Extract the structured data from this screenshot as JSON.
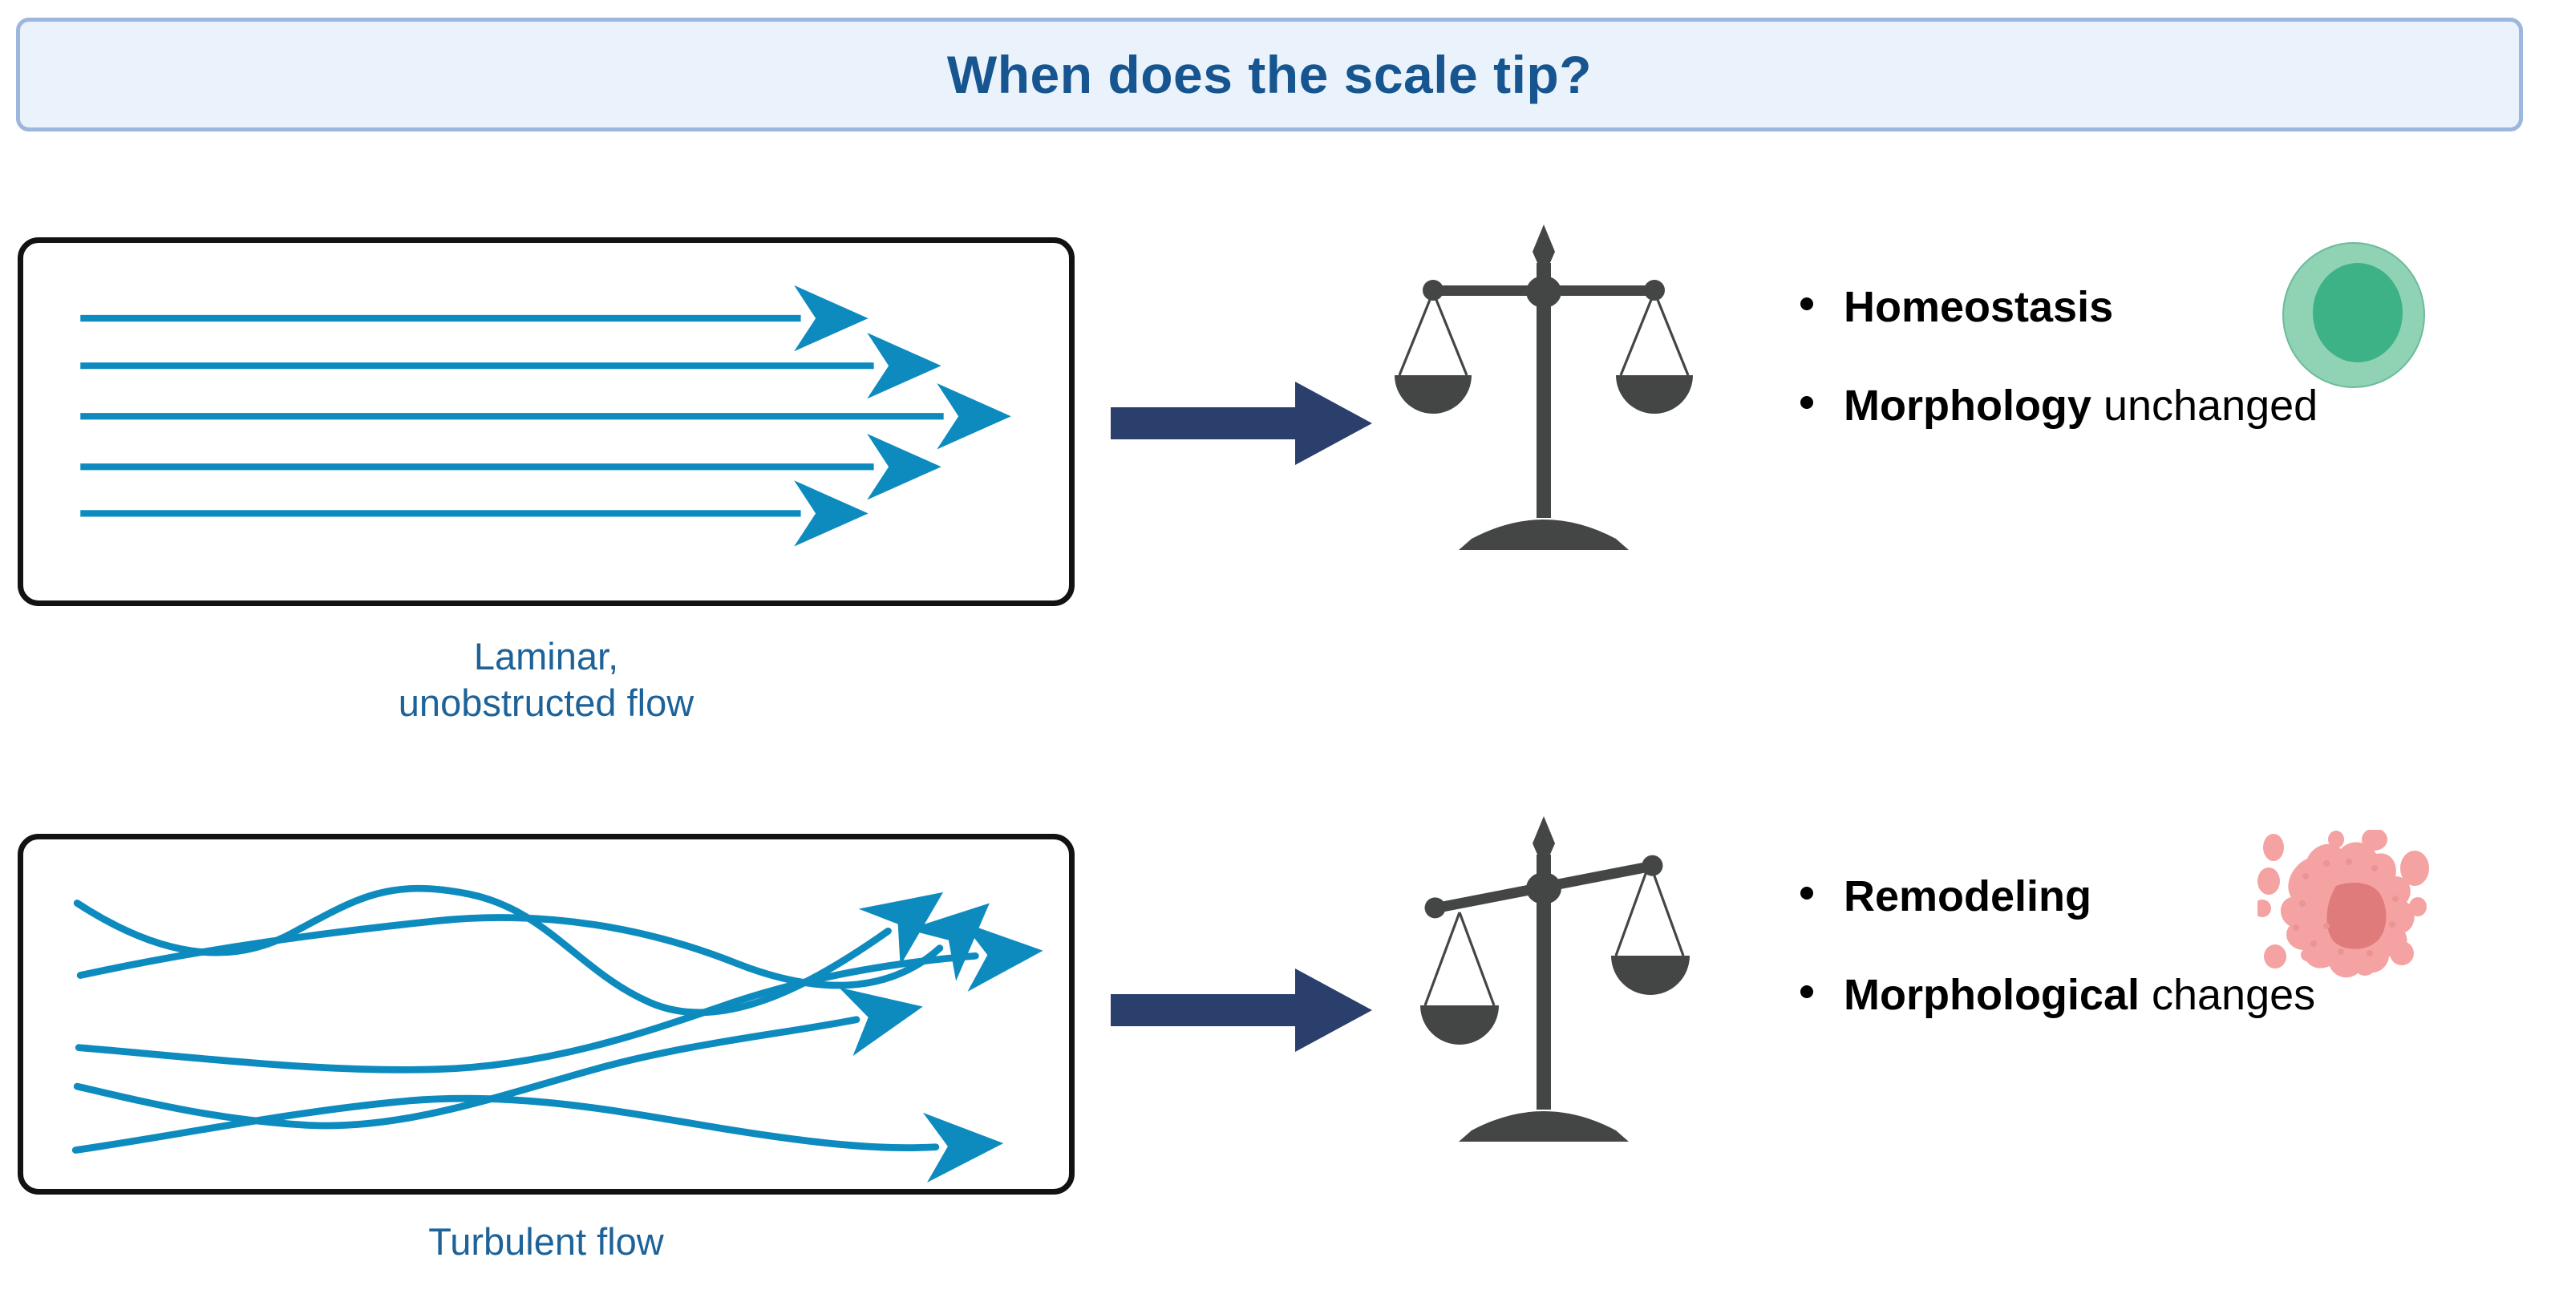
{
  "title": {
    "text": "When does the scale tip?",
    "color": "#16558f",
    "background": "#eaf2fb",
    "border_color": "#9db6dd"
  },
  "colors": {
    "flow_line": "#0d8bbf",
    "navy_arrow": "#2b3f6d",
    "scale_gray": "#444646",
    "caption_blue": "#1d6399",
    "cell_green_outer": "#8fd3b4",
    "cell_green_inner": "#3cb286",
    "cell_pink_outer": "#f5a2a2",
    "cell_pink_inner": "#e07b7b"
  },
  "rows": [
    {
      "flow": {
        "label_line1": "Laminar,",
        "label_line2": "unobstructed flow",
        "type": "laminar",
        "arrow_count": 5
      },
      "arrow": {
        "direction": "right"
      },
      "scale": {
        "state": "balanced"
      },
      "bullets": [
        {
          "bold": "Homeostasis",
          "normal": ""
        },
        {
          "bold": "Morphology",
          "normal": " unchanged"
        }
      ],
      "cell": {
        "kind": "healthy-cell",
        "shape": "round"
      }
    },
    {
      "flow": {
        "label_line1": "Turbulent flow",
        "label_line2": "",
        "type": "turbulent",
        "arrow_count": 5
      },
      "arrow": {
        "direction": "right"
      },
      "scale": {
        "state": "tipped-left"
      },
      "bullets": [
        {
          "bold": "Remodeling",
          "normal": ""
        },
        {
          "bold": "Morphological",
          "normal": " changes"
        }
      ],
      "cell": {
        "kind": "remodeled-cell",
        "shape": "irregular"
      }
    }
  ]
}
